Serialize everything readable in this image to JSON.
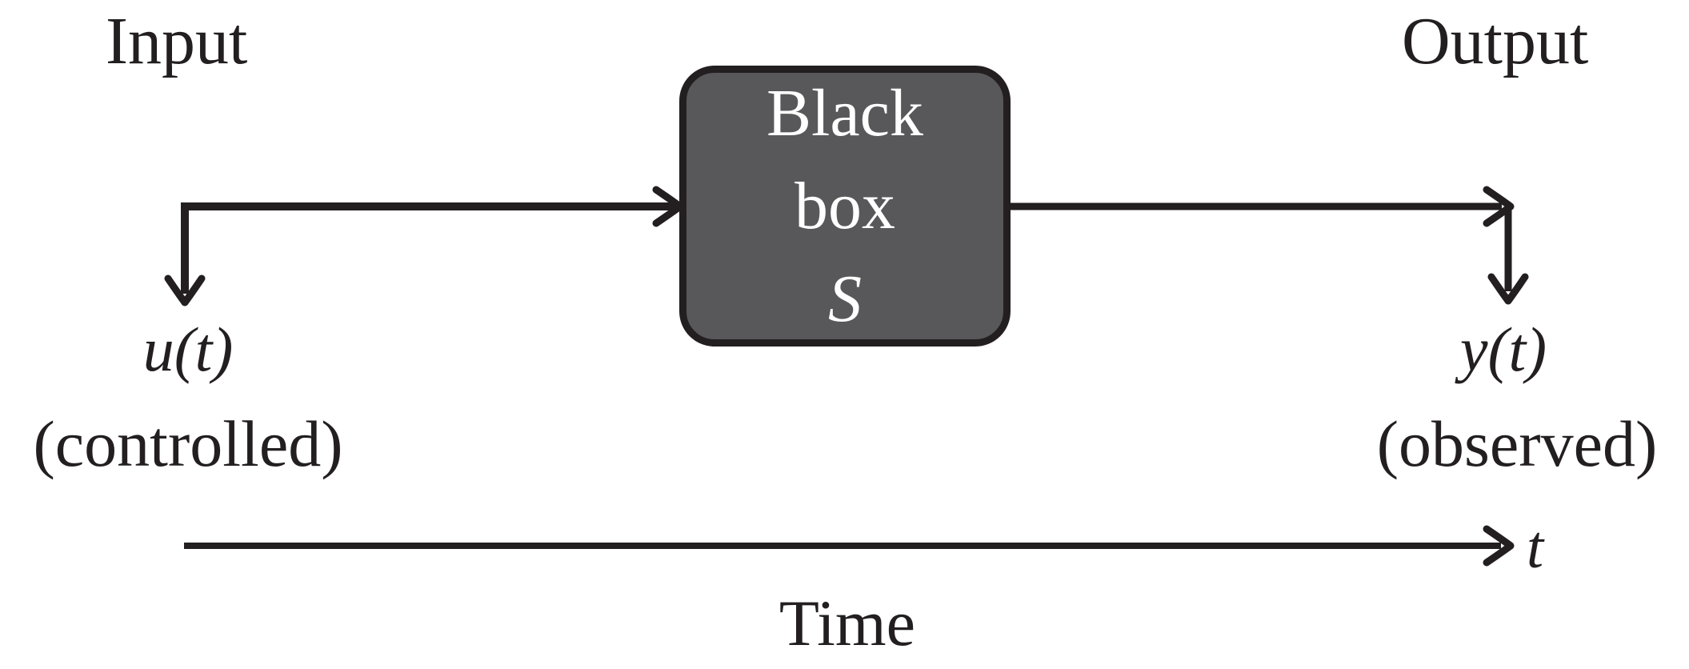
{
  "labels": {
    "input": "Input",
    "output": "Output",
    "input_signal": "u(t)",
    "input_note": "(controlled)",
    "output_signal": "y(t)",
    "output_note": "(observed)",
    "time_var": "t",
    "time_axis": "Time"
  },
  "black_box": {
    "line1": "Black",
    "line2": "box",
    "symbol": "S"
  },
  "colors": {
    "stroke": "#231f20",
    "box_fill": "#58585a",
    "box_border": "#231f20",
    "box_text": "#ffffff",
    "background": "#ffffff"
  },
  "icons": {
    "arrow_tip": "curved-arrowhead-icon"
  }
}
